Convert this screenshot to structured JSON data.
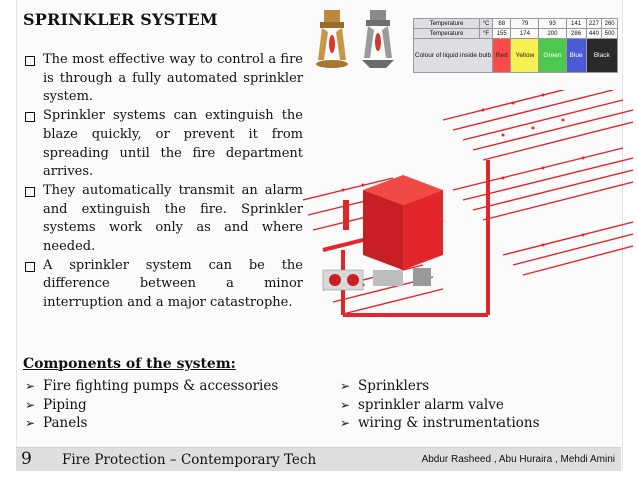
{
  "slide": {
    "title": "SPRINKLER SYSTEM",
    "bullets": [
      "The most effective way to control a fire is through a fully automated sprinkler system.",
      "Sprinkler systems can extinguish the blaze quickly, or prevent it from spreading until the fire department arrives.",
      "They automatically transmit an alarm and extinguish the fire. Sprinkler systems work only as and where needed.",
      "A sprinkler system can be the difference between a minor interruption and a major catastrophe."
    ],
    "components_title": "Components of the system:",
    "components_left": [
      "Fire fighting pumps & accessories",
      "Piping",
      "Panels"
    ],
    "components_right": [
      "Sprinklers",
      "sprinkler alarm valve",
      "wiring & instrumentations"
    ]
  },
  "temperature_table": {
    "row1_label": "Temperature",
    "row1_unit": "°C",
    "row1_values": [
      "68",
      "79",
      "93",
      "141",
      "227",
      "260"
    ],
    "row2_label": "Temperature",
    "row2_unit": "°F",
    "row2_values": [
      "155",
      "174",
      "200",
      "286",
      "440",
      "500"
    ],
    "row3_label": "Colour of liquid inside bulb",
    "colors": [
      {
        "name": "Red",
        "hex": "#ff4a4a",
        "text_color": "#222222"
      },
      {
        "name": "Yellow",
        "hex": "#f6f050",
        "text_color": "#222222"
      },
      {
        "name": "Green",
        "hex": "#4cc94c",
        "text_color": "#ffffff"
      },
      {
        "name": "Blue",
        "hex": "#4b5bd6",
        "text_color": "#ffffff"
      },
      {
        "name": "Black",
        "hex": "#2a2a2a",
        "text_color": "#ffffff"
      }
    ]
  },
  "footer": {
    "slide_number": "9",
    "title": "Fire Protection – Contemporary Tech",
    "authors": "Abdur Rasheed , Abu Huraira , Mehdi Amini"
  },
  "colors": {
    "pipe_red": "#e3262b",
    "footer_bg": "#dedede",
    "text": "#111111"
  },
  "icons": {
    "bullet": "checkbox-square-icon",
    "list_marker": "arrowhead-right-icon"
  }
}
